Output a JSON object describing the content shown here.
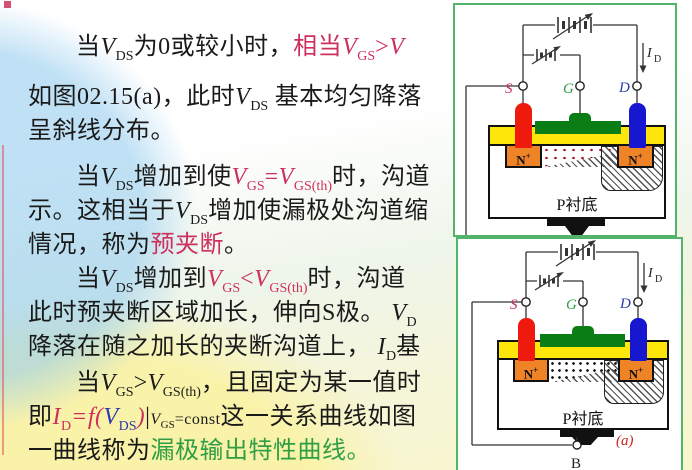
{
  "colors": {
    "red_text": "#ce2f5c",
    "green_text": "#2f9e44",
    "blue_text": "#2b3aad",
    "panel_border": "#52b36a",
    "oxide_yellow": "#ffe60a",
    "gate_green": "#0a7d14",
    "electrode_red": "#ee1a0d",
    "electrode_blue": "#1717cf",
    "nplus_orange": "#ef8426",
    "dot_red": "#a51220"
  },
  "text": {
    "lines": [
      {
        "indent": true,
        "runs": [
          {
            "t": "当",
            "c": "k"
          },
          {
            "t": "V",
            "c": "k",
            "i": 1
          },
          {
            "t": "DS",
            "c": "k",
            "s": 1
          },
          {
            "t": "为0或较小时，",
            "c": "k"
          },
          {
            "t": "相当",
            "c": "r"
          },
          {
            "t": "V",
            "c": "r",
            "i": 1
          },
          {
            "t": "GS",
            "c": "r",
            "s": 1
          },
          {
            "t": ">",
            "c": "r"
          },
          {
            "t": "V",
            "c": "r",
            "i": 1
          }
        ]
      },
      {
        "runs": [
          {
            "t": "如图02.15(a)，此时",
            "c": "k"
          },
          {
            "t": "V",
            "c": "k",
            "i": 1
          },
          {
            "t": "DS",
            "c": "k",
            "s": 1
          },
          {
            "t": " 基本均匀降落",
            "c": "k"
          }
        ]
      },
      {
        "runs": [
          {
            "t": "呈斜线分布。",
            "c": "k"
          }
        ]
      },
      {
        "indent": true,
        "runs": [
          {
            "t": "当",
            "c": "k"
          },
          {
            "t": "V",
            "c": "k",
            "i": 1
          },
          {
            "t": "DS",
            "c": "k",
            "s": 1
          },
          {
            "t": "增加到使",
            "c": "k"
          },
          {
            "t": "V",
            "c": "r",
            "i": 1
          },
          {
            "t": "GS",
            "c": "r",
            "s": 1
          },
          {
            "t": "=",
            "c": "r"
          },
          {
            "t": "V",
            "c": "r",
            "i": 1
          },
          {
            "t": "GS(th)",
            "c": "r",
            "s": 1
          },
          {
            "t": "时，沟道",
            "c": "k"
          }
        ]
      },
      {
        "runs": [
          {
            "t": "示。这相当于",
            "c": "k"
          },
          {
            "t": "V",
            "c": "k",
            "i": 1
          },
          {
            "t": "DS",
            "c": "k",
            "s": 1
          },
          {
            "t": "增加使漏极处沟道缩",
            "c": "k"
          }
        ]
      },
      {
        "runs": [
          {
            "t": "情况，称为",
            "c": "k"
          },
          {
            "t": "预夹断",
            "c": "r"
          },
          {
            "t": "。",
            "c": "k"
          }
        ]
      },
      {
        "indent": true,
        "runs": [
          {
            "t": "当",
            "c": "k"
          },
          {
            "t": "V",
            "c": "k",
            "i": 1
          },
          {
            "t": "DS",
            "c": "k",
            "s": 1
          },
          {
            "t": "增加到",
            "c": "k"
          },
          {
            "t": "V",
            "c": "r",
            "i": 1
          },
          {
            "t": "GS",
            "c": "r",
            "s": 1
          },
          {
            "t": "<",
            "c": "r"
          },
          {
            "t": "V",
            "c": "r",
            "i": 1
          },
          {
            "t": "GS(th)",
            "c": "r",
            "s": 1
          },
          {
            "t": "时，沟道",
            "c": "k"
          }
        ]
      },
      {
        "runs": [
          {
            "t": "此时预夹断区域加长，伸向S极。 ",
            "c": "k"
          },
          {
            "t": "V",
            "c": "k",
            "i": 1
          },
          {
            "t": "D",
            "c": "k",
            "s": 1
          }
        ]
      },
      {
        "runs": [
          {
            "t": "降落在随之加长的夹断沟道上， ",
            "c": "k"
          },
          {
            "t": "I",
            "c": "k",
            "i": 1
          },
          {
            "t": "D",
            "c": "k",
            "s": 1
          },
          {
            "t": "基",
            "c": "k"
          }
        ]
      },
      {
        "indent": true,
        "runs": [
          {
            "t": "当",
            "c": "k"
          },
          {
            "t": "V",
            "c": "k",
            "i": 1
          },
          {
            "t": "GS",
            "c": "k",
            "s": 1
          },
          {
            "t": ">",
            "c": "k"
          },
          {
            "t": "V",
            "c": "k",
            "i": 1
          },
          {
            "t": "GS(th)",
            "c": "k",
            "s": 1
          },
          {
            "t": "，且固定为某一值时",
            "c": "k"
          }
        ]
      },
      {
        "runs": [
          {
            "t": "即",
            "c": "k"
          },
          {
            "t": "I",
            "c": "r",
            "i": 1
          },
          {
            "t": "D",
            "c": "r",
            "s": 1
          },
          {
            "t": "=f(",
            "c": "r",
            "i": 1
          },
          {
            "t": "V",
            "c": "b",
            "i": 1
          },
          {
            "t": "DS",
            "c": "b",
            "s": 1
          },
          {
            "t": ")",
            "c": "r",
            "i": 1
          },
          {
            "t": "|",
            "c": "k"
          },
          {
            "t": "V",
            "c": "k",
            "i": 1,
            "sm": 1
          },
          {
            "t": "GS",
            "c": "k",
            "s": 1,
            "sm": 1
          },
          {
            "t": "=const",
            "c": "k",
            "sm": 1
          },
          {
            "t": "这一关系曲线如图",
            "c": "k"
          }
        ]
      },
      {
        "runs": [
          {
            "t": "一曲线称为",
            "c": "k"
          },
          {
            "t": "漏极输出特性曲线。",
            "c": "g"
          }
        ]
      }
    ]
  },
  "figures": {
    "top": {
      "s": "S",
      "g": "G",
      "d": "D",
      "id_i": "I",
      "id_sub": "D",
      "nplus_base": "N",
      "nplus_sup": "+",
      "substrate": "P衬底"
    },
    "bottom": {
      "s": "S",
      "g": "G",
      "d": "D",
      "id_i": "I",
      "id_sub": "D",
      "nplus_base": "N",
      "nplus_sup": "+",
      "substrate": "P衬底",
      "b": "B",
      "fig_label": "(a)"
    }
  }
}
